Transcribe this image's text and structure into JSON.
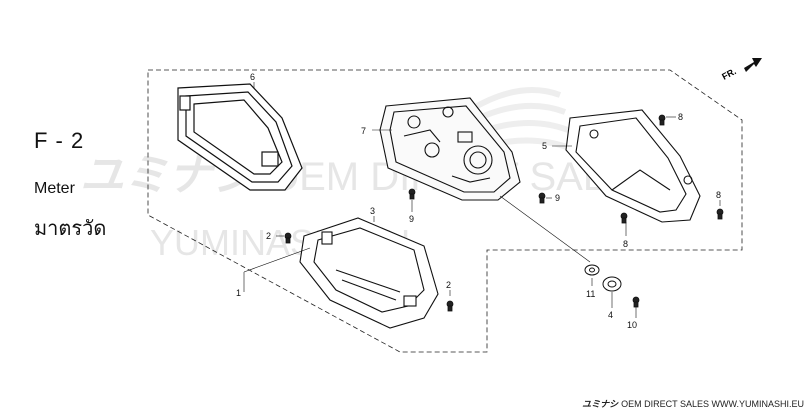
{
  "title": {
    "code": "F - 2",
    "name_en": "Meter",
    "name_th": "มาตรวัด"
  },
  "direction_label": "FR.",
  "watermark": {
    "brand": "ユミナシ",
    "line1": "OEM DIRECT SALES",
    "line2": "YUMINASHI.EU"
  },
  "footer": {
    "brand": "ユミナシ",
    "text": "OEM DIRECT SALES WWW.YUMINASHI.EU"
  },
  "callouts": {
    "p1": "1",
    "p2a": "2",
    "p2b": "2",
    "p3": "3",
    "p4": "4",
    "p5": "5",
    "p6": "6",
    "p7": "7",
    "p8a": "8",
    "p8b": "8",
    "p8c": "8",
    "p9a": "9",
    "p9b": "9",
    "p10": "10",
    "p11": "11"
  },
  "colors": {
    "line": "#111111",
    "watermark": "#e6e6e6",
    "logo": "#eeeeee"
  }
}
